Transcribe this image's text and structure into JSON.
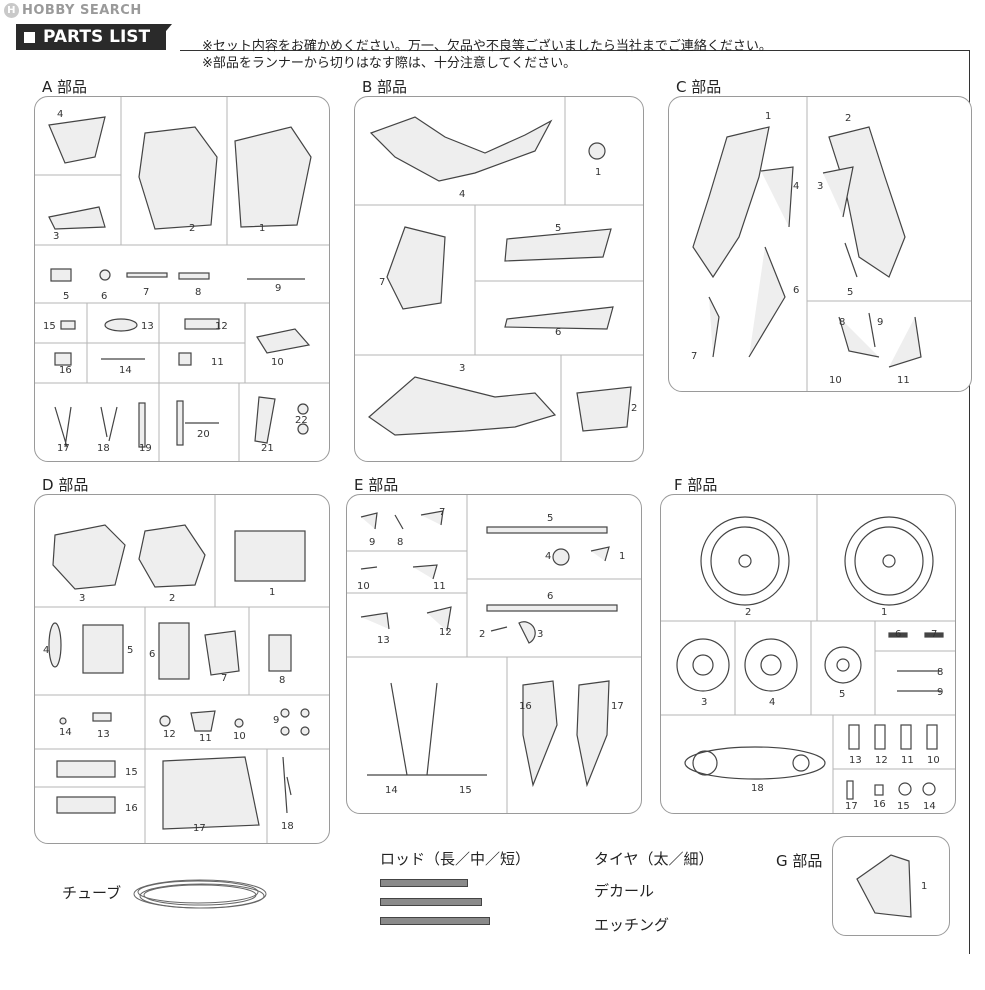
{
  "watermark": {
    "logo": "H",
    "text": "HOBBY SEARCH"
  },
  "header": {
    "title": "PARTS LIST"
  },
  "notes": [
    "※セット内容をお確かめください。万一、欠品や不良等ございましたら当社までご連絡ください。",
    "※部品をランナーから切りはなす際は、十分注意してください。"
  ],
  "sections": {
    "A": {
      "label": "A 部品",
      "parts": [
        "4",
        "3",
        "2",
        "1",
        "5",
        "6",
        "7",
        "8",
        "9",
        "15",
        "13",
        "12",
        "16",
        "14",
        "11",
        "10",
        "17",
        "18",
        "19",
        "20",
        "21",
        "22"
      ]
    },
    "B": {
      "label": "B 部品",
      "parts": [
        "4",
        "1",
        "5",
        "7",
        "6",
        "3",
        "2"
      ]
    },
    "C": {
      "label": "C 部品",
      "parts": [
        "1",
        "2",
        "4",
        "3",
        "6",
        "5",
        "7",
        "8",
        "9",
        "10",
        "11"
      ]
    },
    "D": {
      "label": "D 部品",
      "parts": [
        "3",
        "2",
        "1",
        "4",
        "5",
        "6",
        "7",
        "8",
        "14",
        "13",
        "12",
        "11",
        "10",
        "9",
        "15",
        "16",
        "17",
        "18"
      ]
    },
    "E": {
      "label": "E 部品",
      "parts": [
        "7",
        "9",
        "8",
        "5",
        "4",
        "1",
        "10",
        "11",
        "6",
        "13",
        "12",
        "2",
        "3",
        "16",
        "17",
        "14",
        "15"
      ]
    },
    "F": {
      "label": "F 部品",
      "parts": [
        "2",
        "1",
        "6",
        "7",
        "8",
        "9",
        "3",
        "4",
        "5",
        "13",
        "12",
        "11",
        "10",
        "18",
        "17",
        "16",
        "15",
        "14"
      ]
    },
    "G": {
      "label": "G 部品",
      "parts": [
        "1"
      ]
    }
  },
  "extras": {
    "tube": "チューブ",
    "rod": "ロッド（長／中／短）",
    "tire": "タイヤ（太／細）",
    "decal": "デカール",
    "etching": "エッチング"
  }
}
